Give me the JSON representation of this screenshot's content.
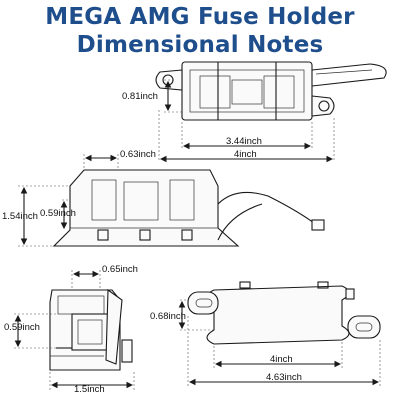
{
  "title": {
    "line1": "MEGA AMG Fuse Holder",
    "line2": "Dimensional Notes"
  },
  "dimensions": {
    "top_view": {
      "height": "0.81inch",
      "inner_length": "3.44inch",
      "length": "4inch"
    },
    "side_view": {
      "top_width": "0.63inch",
      "total_height": "1.54inch",
      "inner_height": "0.59inch"
    },
    "end_view": {
      "top_width": "0.65inch",
      "height": "0.59inch",
      "width": "1.5inch"
    },
    "cover_view": {
      "height": "0.68inch",
      "inner_length": "4inch",
      "length": "4.63inch"
    }
  }
}
